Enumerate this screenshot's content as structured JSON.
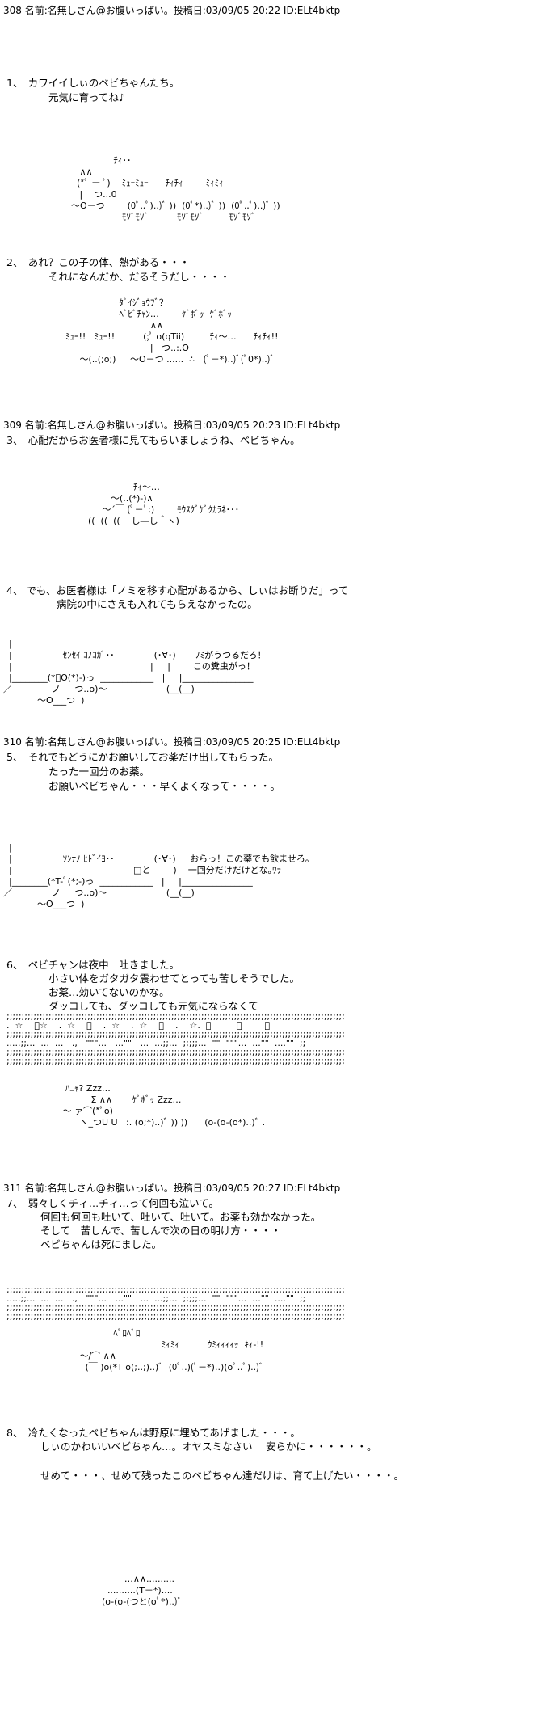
{
  "headers": {
    "h308": "308 名前:名無しさん@お腹いっぱい。投稿日:03/09/05 20:22 ID:ELt4bktp",
    "h309": "309 名前:名無しさん@お腹いっぱい。投稿日:03/09/05 20:23 ID:ELt4bktp",
    "h310": "310 名前:名無しさん@お腹いっぱい。投稿日:03/09/05 20:25 ID:ELt4bktp",
    "h311": "311 名前:名無しさん@お腹いっぱい。投稿日:03/09/05 20:27 ID:ELt4bktp"
  },
  "text": {
    "s1a": "1、　カワイイしぃのベビちゃんたち。",
    "s1b": "元気に育ってね♪",
    "s2a": "2、　あれ？この子の体、熱がある・・・",
    "s2b": "それになんだか、だるそうだし・・・・",
    "s3a": "3、　心配だからお医者様に見てもらいましょうね、ベビちゃん。",
    "s4a": "4、 でも、お医者様は「ノミを移す心配があるから、しぃはお断りだ」って",
    "s4b": "病院の中にさえも入れてもらえなかったの。",
    "s5a": "5、　それでもどうにかお願いしてお薬だけ出してもらった。",
    "s5b": "たった一回分のお薬。",
    "s5c": "お願いベビちゃん・・・早くよくなって・・・・。",
    "s6a": "6、　ベビチャンは夜中　吐きました。",
    "s6b": "小さい体をガタガタ震わせてとっても苦しそうでした。",
    "s6c": "お薬…効いてないのかな。",
    "s6d": "ダッコしても、ダッコしても元気にならなくて",
    "s7a": "7、　弱々しくチィ…チィ…って何回も泣いて。",
    "s7b": "何回も何回も吐いて、吐いて、吐いて。お薬も効かなかった。",
    "s7c": "そして　苦しんで、苦しんで次の日の明け方・・・・",
    "s7d": "ベビちゃんは死にました。",
    "s8a": "8、　冷たくなったベビちゃんは野原に埋めてあげました・・・。",
    "s8b": "しぃのかわいいベビちゃん…。オヤスミなさい　 安らかに・・・・・・。",
    "s8c": "せめて・・・、せめて残ったこのベビちゃん達だけは、育て上げたい・・・・。"
  },
  "art": {
    "a1": "                       ﾁｨ･･\n           ∧∧\n          (*ﾟ ー ﾟ)    ﾐｭｰﾐｭｰ      ﾁｨﾁｨ        ﾐｨﾐｨ\n           |    つ...0\n        ～O－つ        (0ﾟ..ﾟ)..)ﾞ ))  (0ﾟ*)..)ﾞ ))  (0ﾟ..ﾟ)..)ﾞ ))\n                          ﾓｿﾞﾓｿﾞ          ﾓｿﾞﾓｿﾞ         ﾓｿﾞﾓｿﾞ",
    "a2": "                         ﾀﾞｲｼﾞｮｳﾌﾞ？\n                         ﾍﾞﾋﾞﾁｬﾝ…        ｹﾞﾎﾞｯ  ｹﾞﾎﾞｯ\n                                    ∧∧\n      ﾐｭｰ!!   ﾐｭｰ!!          (;ﾟ o(qTii)         ﾁｨ～…      ﾁｨﾁｨ!!\n                                    |   つ..:.O\n           ～(..(;o;)     ～O－つ ......  ∴   (ﾟ－*)..)ﾞ(ﾟ0*)..)ﾞ",
    "a3": "                              ﾁｨ～…\n                      ～(..(*)-)∧\n                   ～´￣ (ﾟ－ﾟ;)        ﾓｳｽｸﾞｹﾞｸｶﾗﾈ･･･\n              ((  ((  ((    し―し＾ヽ)",
    "a4": "  |\n  |                  ｾﾝｾｲ ｺﾉｺｶﾞ･･              (･∀･)       ﾉﾐがうつるだろ！\n  |                                                 |     |        この糞虫がっ！\n  |________(*ﾟO(*)-)っ  ____________   |     |________________\n／              ノ     つ..o)～                     (__(__)\n            ～O___つ  )",
    "a5": "  |\n  |                  ｿﾝﾅﾉ ﾋﾄﾞｲﾖ･･              (･∀･)     おらっ！この薬でも飲ませろ。\n  |                                           □と        )    一回分だけだけどな｡ﾜﾗ\n  |________(*T-ﾟ(*;-)っ  ____________   |     |________________\n／              ノ     つ..o)～                     (__(__)\n            ～O___つ  )",
    "a6": "      ﾊﾆｬ? Zzz…\n               Σ ∧∧       ｹﾞﾎﾞｯ Zzz…\n     ～ ァ⌒(*ﾟo)\n           ヽ_つU U   :. (o;*)..)ﾞ )) ))      (o-(o-(o*)..)ﾞ .",
    "a7": "                       ﾍﾟﾛﾍﾟﾛ\n                                        ﾐｨﾐｨ          ｳﾐｨｨｨｨｯ  ｷｨ-!!\n           ～/⌒ ∧∧\n             (￣ )o(*T o(;..;)..)ﾞ  (0ﾟ..)(ﾟ－*)..)(oﾟ..ﾟ)..)ﾞ",
    "a8": "                        …∧∧..........\n                  ..........(T－*)....\n                (o-(o-(つと(oﾟ*)..)ﾞ"
  },
  "separators": {
    "sep1": ";;;;;;;;;;;;;;;;;;;;;;;;;;;;;;;;;;;;;;;;;;;;;;;;;;;;;;;;;;;;;;;;;;;;;;;;;;;;;;;;;;;;;;;;;;;;;;;;;;;;;;;;;;;;;;;;;\n.  ☆    ﾟ☆    .  ☆    ﾟ    .  ☆    .  ☆    ﾟ    .    ☆.  ﾟ         ﾟ        ﾟ\n;;;;;;;;;;;;;;;;;;;;;;;;;;;;;;;;;;;;;;;;;;;;;;;;;;;;;;;;;;;;;;;;;;;;;;;;;;;;;;;;;;;;;;;;;;;;;;;;;;;;;;;;;;;;;;;;;\n.....;;...  ...  ...   .,   \"\"\"...   ...\"\"   ...  ...;;...  ;;;;;...  \"\"  \"\"\"...  ...\"\"  ....\"\"  ;;\n;;;;;;;;;;;;;;;;;;;;;;;;;;;;;;;;;;;;;;;;;;;;;;;;;;;;;;;;;;;;;;;;;;;;;;;;;;;;;;;;;;;;;;;;;;;;;;;;;;;;;;;;;;;;;;;;;\n;;;;;;;;;;;;;;;;;;;;;;;;;;;;;;;;;;;;;;;;;;;;;;;;;;;;;;;;;;;;;;;;;;;;;;;;;;;;;;;;;;;;;;;;;;;;;;;;;;;;;;;;;;;;;;;;;",
    "sep2": ";;;;;;;;;;;;;;;;;;;;;;;;;;;;;;;;;;;;;;;;;;;;;;;;;;;;;;;;;;;;;;;;;;;;;;;;;;;;;;;;;;;;;;;;;;;;;;;;;;;;;;;;;;;;;;;;;\n.....;;...  ...  ...   .,   \"\"\"...   ...\"\"   ...  ...;;...  ;;;;;...  \"\"  \"\"\"...  ...\"\"  ....\"\"  ;;\n;;;;;;;;;;;;;;;;;;;;;;;;;;;;;;;;;;;;;;;;;;;;;;;;;;;;;;;;;;;;;;;;;;;;;;;;;;;;;;;;;;;;;;;;;;;;;;;;;;;;;;;;;;;;;;;;;\n;;;;;;;;;;;;;;;;;;;;;;;;;;;;;;;;;;;;;;;;;;;;;;;;;;;;;;;;;;;;;;;;;;;;;;;;;;;;;;;;;;;;;;;;;;;;;;;;;;;;;;;;;;;;;;;;;"
  }
}
